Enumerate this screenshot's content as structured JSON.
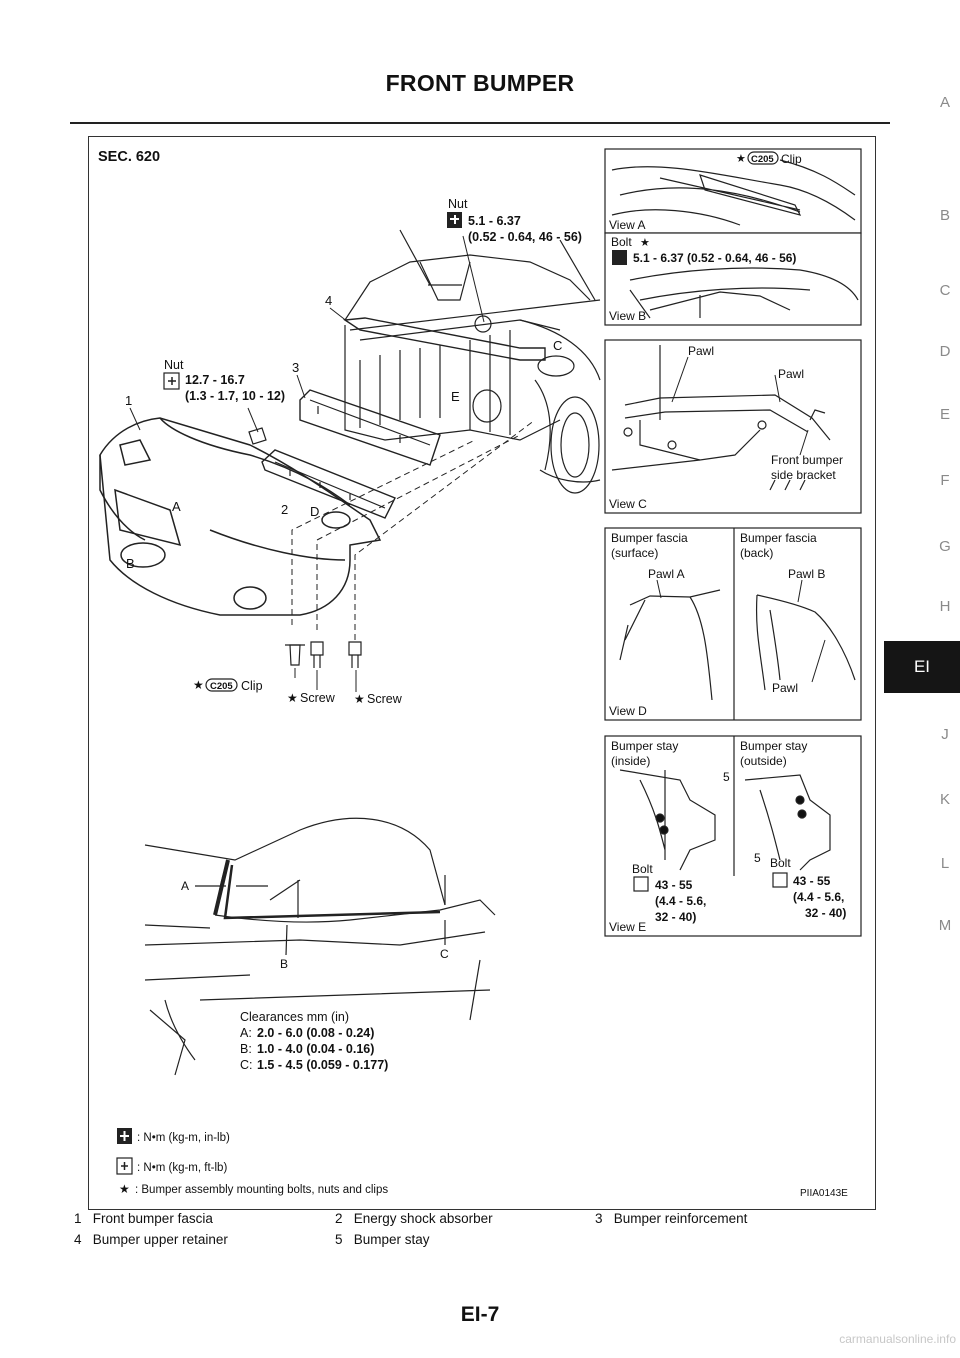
{
  "header": {
    "title": "FRONT BUMPER"
  },
  "side_index": {
    "letters": [
      "A",
      "B",
      "C",
      "D",
      "E",
      "F",
      "G",
      "H",
      "EI",
      "J",
      "K",
      "L",
      "M"
    ],
    "active": "EI"
  },
  "figure": {
    "section": "SEC. 620",
    "figure_id": "PIIA0143E",
    "main": {
      "nut_top_label": "Nut",
      "nut_top_torque": "5.1 - 6.37",
      "nut_top_torque_sub": "(0.52 - 0.64, 46 - 56)",
      "nut_left_label": "Nut",
      "nut_left_torque": "12.7 - 16.7",
      "nut_left_torque_sub": "(1.3 - 1.7, 10 - 12)",
      "callouts": [
        "1",
        "2",
        "3",
        "4"
      ],
      "view_letters": [
        "A",
        "B",
        "C",
        "D",
        "E"
      ],
      "clip_code": "C205",
      "clip_label": "Clip",
      "screw_label": "Screw",
      "star": "★"
    },
    "view_a": {
      "clip_code": "C205",
      "clip_label": "Clip",
      "caption": "View A"
    },
    "view_b": {
      "bolt_label": "Bolt",
      "torque": "5.1 - 6.37 (0.52 - 0.64, 46 - 56)",
      "caption": "View B"
    },
    "view_c": {
      "pawl1": "Pawl",
      "pawl2": "Pawl",
      "bracket1": "Front bumper",
      "bracket2": "side bracket",
      "caption": "View C"
    },
    "view_d": {
      "left_title1": "Bumper fascia",
      "left_title2": "(surface)",
      "right_title1": "Bumper fascia",
      "right_title2": "(back)",
      "pawl_a": "Pawl A",
      "pawl_b": "Pawl B",
      "pawl": "Pawl",
      "caption": "View D"
    },
    "view_e": {
      "left_title1": "Bumper stay",
      "left_title2": "(inside)",
      "right_title1": "Bumper stay",
      "right_title2": "(outside)",
      "callout": "5",
      "bolt": "Bolt",
      "torque": "43 - 55",
      "torque_sub1": "(4.4 - 5.6,",
      "torque_sub2": "32 - 40)",
      "caption": "View E"
    },
    "clearance": {
      "title": "Clearances mm (in)",
      "a_key": "A:",
      "a_val": "2.0 - 6.0 (0.08 - 0.24)",
      "b_key": "B:",
      "b_val": "1.0 - 4.0 (0.04 - 0.16)",
      "c_key": "C:",
      "c_val": "1.5 - 4.5 (0.059 - 0.177)",
      "markers": [
        "A",
        "B",
        "C"
      ]
    },
    "key": {
      "nm_in": ": N•m (kg-m, in-lb)",
      "nm_ft": ": N•m (kg-m, ft-lb)",
      "star_desc": ": Bumper assembly mounting bolts, nuts and clips"
    }
  },
  "legend": [
    {
      "num": "1",
      "name": "Front bumper fascia"
    },
    {
      "num": "2",
      "name": "Energy shock absorber"
    },
    {
      "num": "3",
      "name": "Bumper reinforcement"
    },
    {
      "num": "4",
      "name": "Bumper upper retainer"
    },
    {
      "num": "5",
      "name": "Bumper stay"
    }
  ],
  "footer": {
    "page": "EI-7",
    "watermark": "carmanualsonline.info"
  }
}
